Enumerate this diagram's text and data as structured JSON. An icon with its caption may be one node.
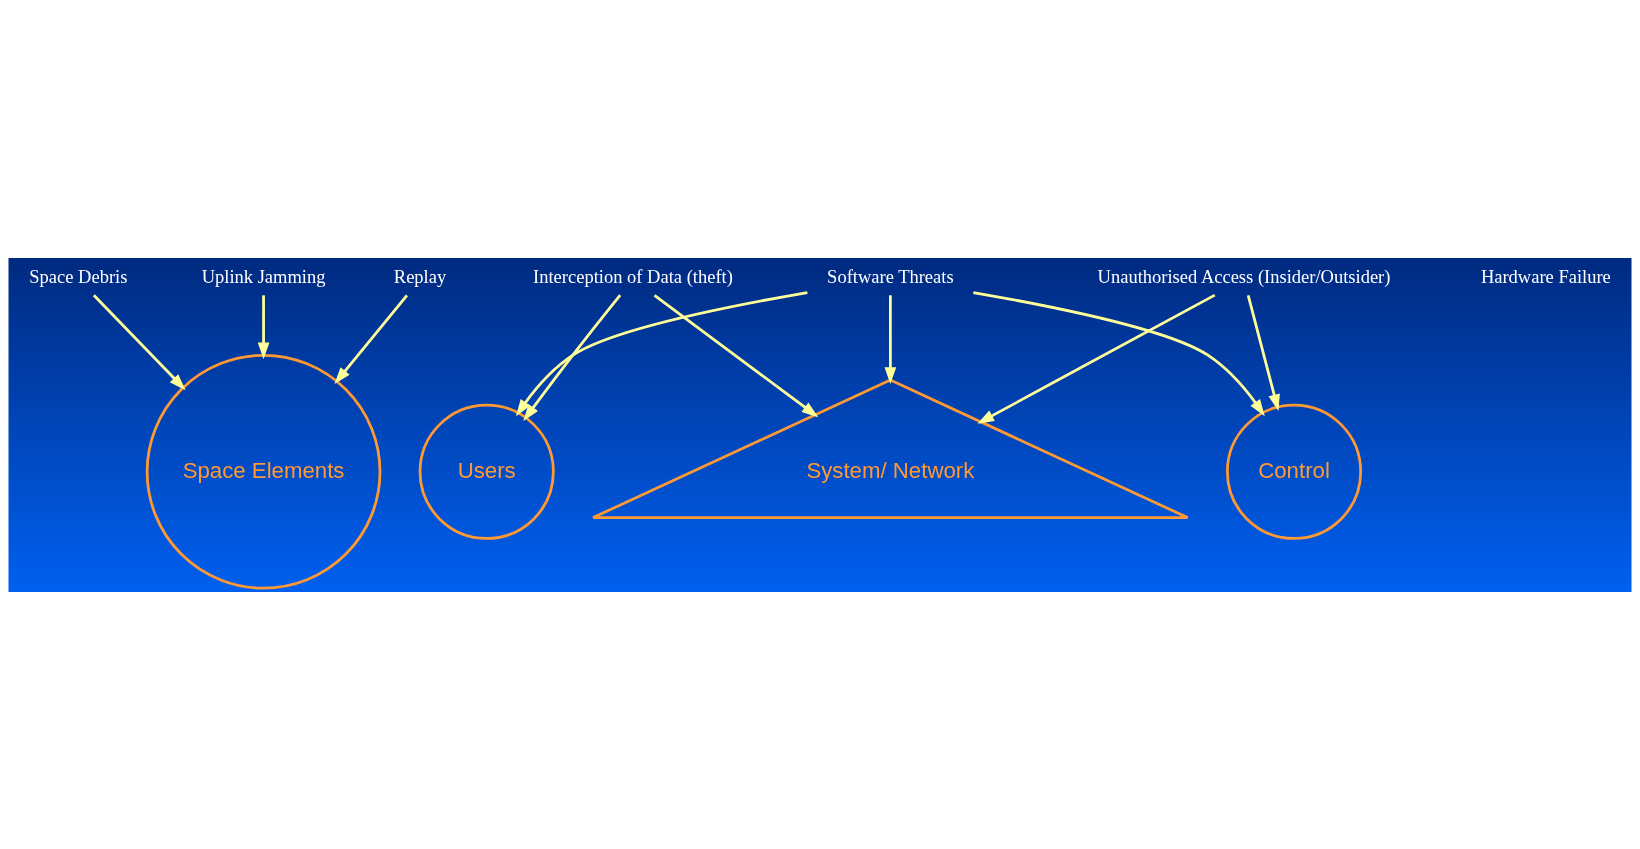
{
  "diagram": {
    "nodes": [
      {
        "text": [
          "Space Elements"
        ]
      },
      {
        "text": [
          "System/ Network"
        ]
      },
      {
        "text": [
          "Users"
        ]
      },
      {
        "text": [
          "Control"
        ]
      },
      {
        "text": [
          "Space Debris"
        ]
      },
      {
        "text": [
          "Uplink Jamming"
        ]
      },
      {
        "text": [
          "Replay"
        ]
      },
      {
        "text": [
          "Interception of Data (theft)"
        ]
      },
      {
        "text": [
          "Unauthorised Access (Insider/Outsider)"
        ]
      },
      {
        "text": [
          "Software Threats"
        ]
      }
    ],
    "edges": [
      {
        "from": 4,
        "to": 0,
        "arrow": "to"
      },
      {
        "from": 5,
        "to": 0,
        "arrow": "to"
      },
      {
        "from": 6,
        "to": 0,
        "arrow": "to"
      },
      {
        "from": 7,
        "to": 1,
        "arrow": "to"
      },
      {
        "from": 7,
        "to": 2,
        "arrow": "to"
      },
      {
        "from": 8,
        "to": 1,
        "arrow": "to"
      },
      {
        "from": 8,
        "to": 3,
        "arrow": "to"
      },
      {
        "from": 9,
        "to": 1,
        "arrow": "to"
      },
      {
        "from": 9,
        "to": 2,
        "arrow": "to"
      },
      {
        "from": 9,
        "to": 3,
        "arrow": "to"
      }
    ],
    "labels": [
      "Hardware Failure"
    ]
  }
}
